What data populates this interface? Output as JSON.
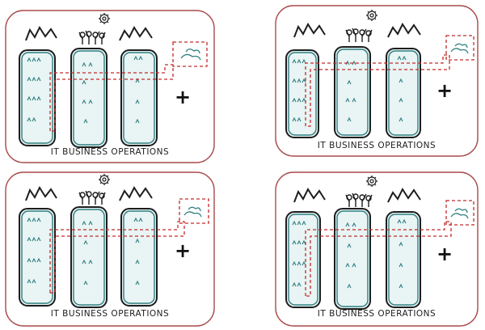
{
  "panels": [
    {
      "label": "IT BUSINESS OPERATIONS",
      "plus": "+"
    },
    {
      "label": "IT BUSINESS OPERATIONS",
      "plus": "+"
    },
    {
      "label": "IT BUSINESS OPERATIONS",
      "plus": "+"
    },
    {
      "label": "IT BUSINESS OPERATIONS",
      "plus": "+"
    }
  ],
  "colors": {
    "frame": "#a94a4a",
    "silo": "#2e7e80",
    "silo_fill": "#e9f4f4",
    "dash": "#c42a2a",
    "ink": "#1d1d1d"
  },
  "icons": {
    "wave": "zigzag-wave-icon",
    "team": "hands-up-team-icon",
    "gear": "gear-icon",
    "cloud": "hand-cloud-icon",
    "person": "stick-person-icon"
  }
}
